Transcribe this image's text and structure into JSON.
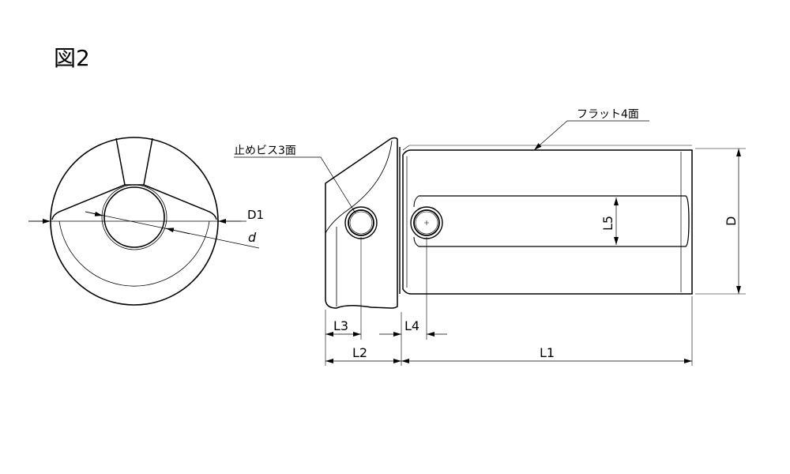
{
  "figure_title": "図2",
  "labels": {
    "flat": "フラット4面",
    "set_screw": "止めビス3面",
    "D1": "D1",
    "d": "d",
    "D": "D",
    "L1": "L1",
    "L2": "L2",
    "L3": "L3",
    "L4": "L4",
    "L5": "L5"
  }
}
